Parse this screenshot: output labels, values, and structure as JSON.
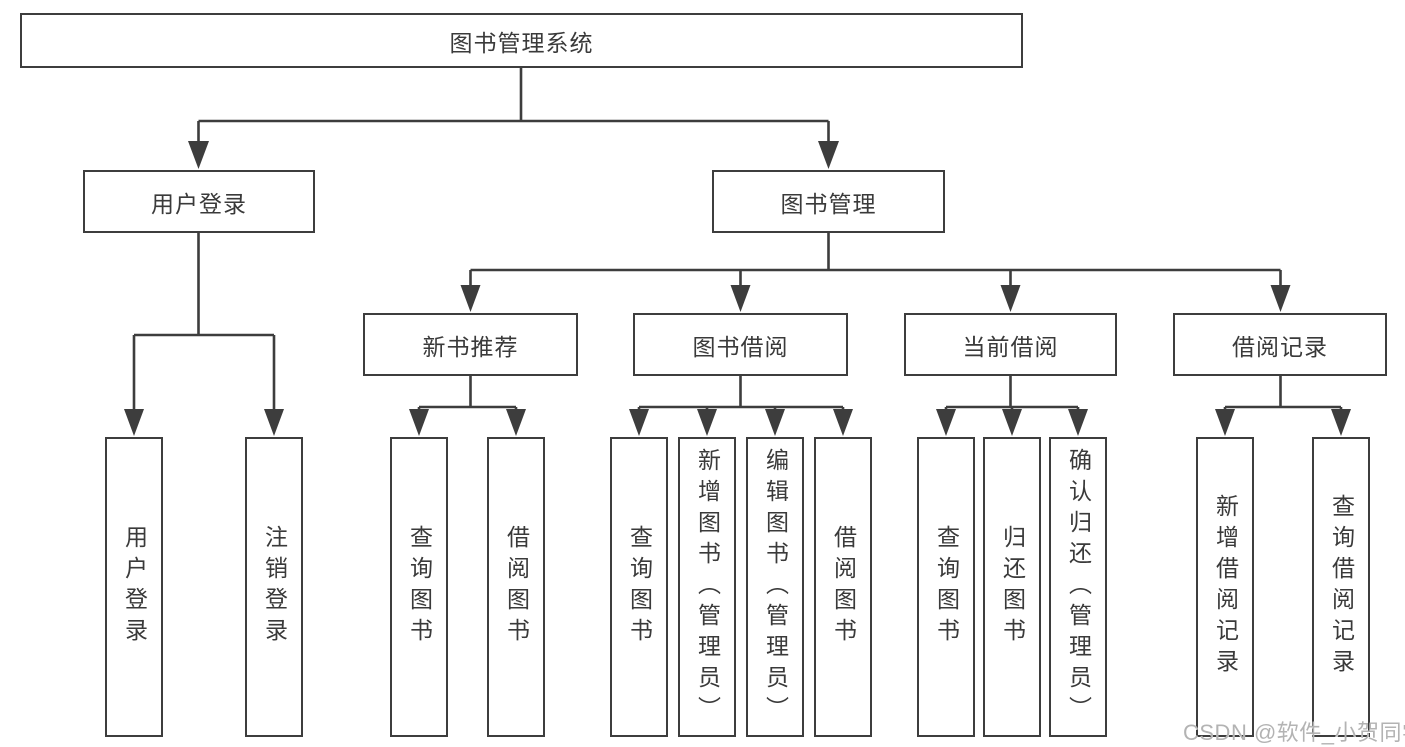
{
  "diagram": {
    "root": {
      "label": "图书管理系统"
    },
    "level1": [
      {
        "label": "用户登录"
      },
      {
        "label": "图书管理"
      }
    ],
    "level2": [
      {
        "label": "新书推荐"
      },
      {
        "label": "图书借阅"
      },
      {
        "label": "当前借阅"
      },
      {
        "label": "借阅记录"
      }
    ],
    "leaves": {
      "login": [
        "用户登录",
        "注销登录"
      ],
      "new_books": [
        "查询图书",
        "借阅图书"
      ],
      "borrow": [
        "查询图书",
        "新增图书（管理员）",
        "编辑图书（管理员）",
        "借阅图书"
      ],
      "current": [
        "查询图书",
        "归还图书",
        "确认归还（管理员）"
      ],
      "records": [
        "新增借阅记录",
        "查询借阅记录"
      ]
    },
    "watermark": "CSDN @软件_小贺同学",
    "colors": {
      "line": "#3d3d3d",
      "text": "#3a3a3a",
      "watermark": "#b3b3b3",
      "background": "#ffffff"
    }
  }
}
